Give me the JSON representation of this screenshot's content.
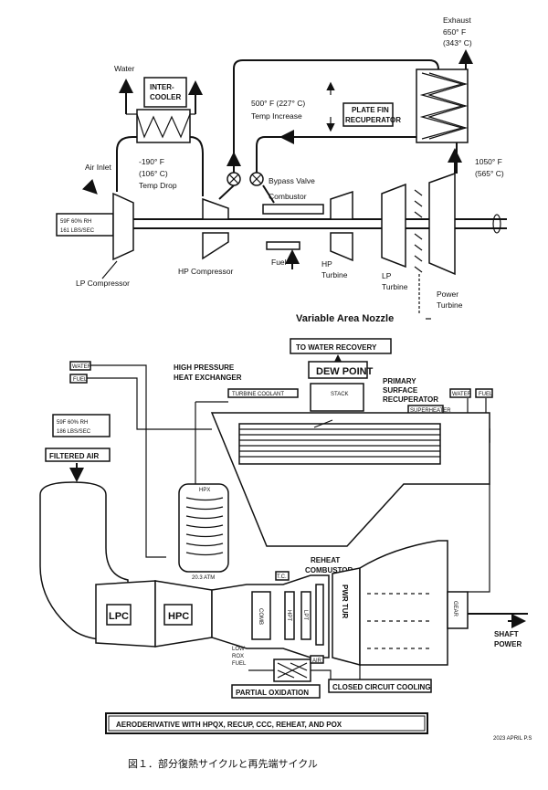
{
  "top": {
    "water": "Water",
    "intercooler": [
      "INTER-",
      "COOLER"
    ],
    "air_inlet": "Air Inlet",
    "temp_drop": [
      "-190° F",
      "(106° C)",
      "Temp Drop"
    ],
    "inlet_box": [
      "59F 60% RH",
      "161 LBS/SEC"
    ],
    "lp_compressor": "LP Compressor",
    "hp_compressor": "HP Compressor",
    "fuel": "Fuel",
    "hp_turbine": [
      "HP",
      "Turbine"
    ],
    "lp_turbine": [
      "LP",
      "Turbine"
    ],
    "power_turbine": [
      "Power",
      "Turbine"
    ],
    "temp_increase": [
      "500° F  (227° C)",
      "Temp Increase"
    ],
    "bypass_valve": "Bypass Valve",
    "combustor": "Combustor",
    "recuperator": [
      "PLATE FIN",
      "RECUPERATOR"
    ],
    "exhaust": [
      "Exhaust",
      "650° F",
      "(343° C)"
    ],
    "hot_temp": [
      "1050° F",
      "(565° C)"
    ],
    "nozzle": "Variable Area Nozzle"
  },
  "bottom": {
    "to_water_recovery": "TO WATER RECOVERY",
    "dew_point": "DEW POINT",
    "water": "WATER",
    "fuel": "FUEL",
    "hpx": [
      "HIGH PRESSURE",
      "HEAT EXCHANGER"
    ],
    "turbine_coolant": "TURBINE COOLANT",
    "stack": "STACK",
    "primary": [
      "PRIMARY",
      "SURFACE",
      "RECUPERATOR"
    ],
    "superheater": "SUPERHEATER",
    "water_r": "WATER",
    "fuel_r": "FUEL",
    "inlet_box": [
      "59F 60% RH",
      "186 LBS/SEC"
    ],
    "filtered_air": "FILTERED AIR",
    "lpc": "LPC",
    "hpc": "HPC",
    "hpx_core": "HPX",
    "atm": "20.3 ATM",
    "tc": "T.C.",
    "reheat": [
      "REHEAT",
      "COMBUSTOR"
    ],
    "comb": "COMB",
    "pwr_tur": "PWR TUR",
    "hpt": "HPT",
    "lpt": "LPT",
    "gear": "GEAR",
    "shaft_power": [
      "SHAFT",
      "POWER"
    ],
    "low_rox_fuel": [
      "LOW",
      "ROX",
      "FUEL"
    ],
    "air": "AIR",
    "partial_oxidation": "PARTIAL OXIDATION",
    "closed_circuit": "CLOSED CIRCUIT COOLING",
    "title": "AERODERIVATIVE WITH HPQX, RECUP, CCC, REHEAT, AND POX",
    "code": "2023 APRIL P.S"
  },
  "caption": "図１．部分復熱サイクルと再先端サイクル"
}
